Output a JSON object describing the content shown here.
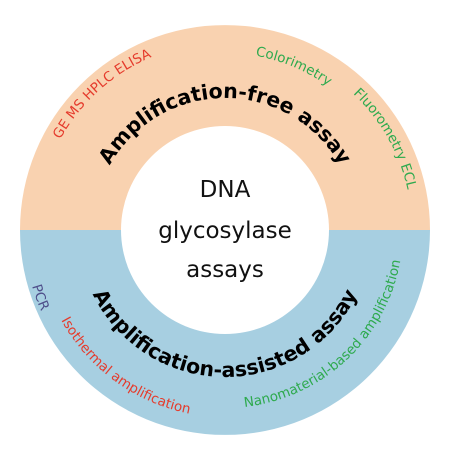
{
  "center": {
    "lines": [
      "DNA",
      "glycosylase",
      "assays"
    ]
  },
  "colors": {
    "top_half": "#F9D2B0",
    "bottom_half": "#A7CFE1",
    "center_fill": "#FFFFFF",
    "red": "#E53B2C",
    "green": "#2EAA4E",
    "purple": "#4E4E8A",
    "black": "#000000"
  },
  "top": {
    "heading": "Amplification-free assay",
    "methods_left": "GE MS HPLC ELISA",
    "methods_right_1": "Colorimetry",
    "methods_right_2": "Fluorometry ECL"
  },
  "bottom": {
    "heading": "Amplification-assisted assay",
    "method_pcr": "PCR",
    "method_isothermal": "Isothermal amplification",
    "method_nano": "Nanomaterial-based amplification"
  }
}
